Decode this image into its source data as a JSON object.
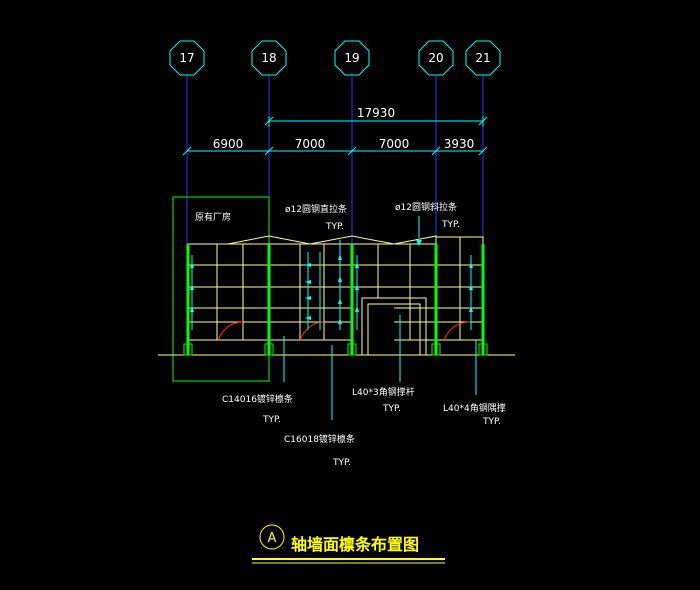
{
  "axes": {
    "a17": "17",
    "a18": "18",
    "a19": "19",
    "a20": "20",
    "a21": "21"
  },
  "dimensions": {
    "total": "17930",
    "d1": "6900",
    "d2": "7000",
    "d3": "7000",
    "d4": "3930"
  },
  "annotations": {
    "existing_plant": "原有厂房",
    "tie_rod_1": "ø12圆钢直拉条",
    "typ_1": "TYP.",
    "tie_rod_2": "ø12圆钢斜拉条",
    "typ_2": "TYP.",
    "purlin_c140": "C14016镀锌檩条",
    "typ_3": "TYP.",
    "purlin_c160": "C16018镀锌檩条",
    "typ_4": "TYP.",
    "brace_l403": "L40*3角钢撑杆",
    "typ_5": "TYP.",
    "brace_l404": "L40*4角钢隅撑",
    "typ_6": "TYP."
  },
  "title": {
    "bubble": "A",
    "text": "轴墙面檩条布置图"
  },
  "colors": {
    "background": "#000000",
    "axis_line": "#1e3cff",
    "dimension": "#00ffff",
    "column": "#00ff00",
    "purlin": "#ffff80",
    "text": "#00ffff",
    "title": "#ffff00",
    "brace": "#ff3000"
  }
}
